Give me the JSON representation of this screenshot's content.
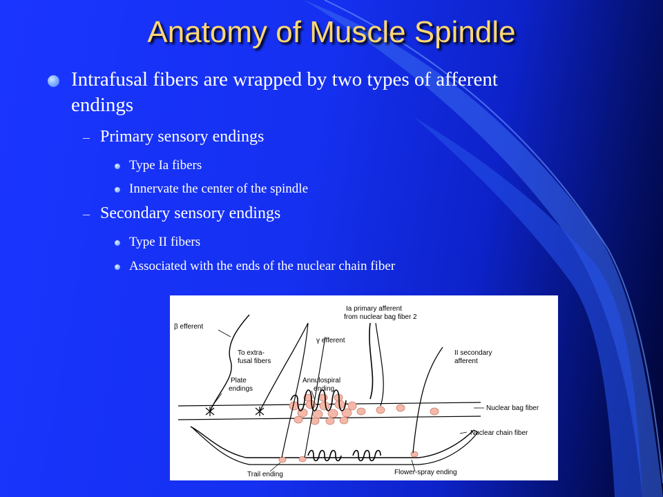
{
  "slide": {
    "title": "Anatomy of Muscle Spindle",
    "bullet": "Intrafusal fibers are wrapped by two types of afferent endings",
    "sub_items": [
      {
        "label": "Primary sensory endings",
        "children": [
          "Type Ia fibers",
          "Innervate the center of the spindle"
        ]
      },
      {
        "label": "Secondary sensory endings",
        "children": [
          "Type II fibers",
          "Associated with the ends of the nuclear chain fiber"
        ]
      }
    ]
  },
  "diagram": {
    "labels": {
      "beta_efferent": "β efferent",
      "to_extra_1": "To extra-",
      "to_extra_2": "fusal fibers",
      "gamma_efferent": "γ efferent",
      "ia_1": "Ia primary afferent",
      "ia_2": "from nuclear bag fiber 2",
      "ii_1": "II secondary",
      "ii_2": "afferent",
      "plate_1": "Plate",
      "plate_2": "endings",
      "annulo_1": "Annulospiral",
      "annulo_2": "ending",
      "nuclear_bag": "Nuclear bag fiber",
      "nuclear_chain": "Nuclear chain fiber",
      "trail": "Trail ending",
      "flower": "Flower-spray ending"
    }
  },
  "colors": {
    "title": "#ffd873",
    "nucleus_fill": "#f4b8a8",
    "background": "#1a35ff"
  }
}
